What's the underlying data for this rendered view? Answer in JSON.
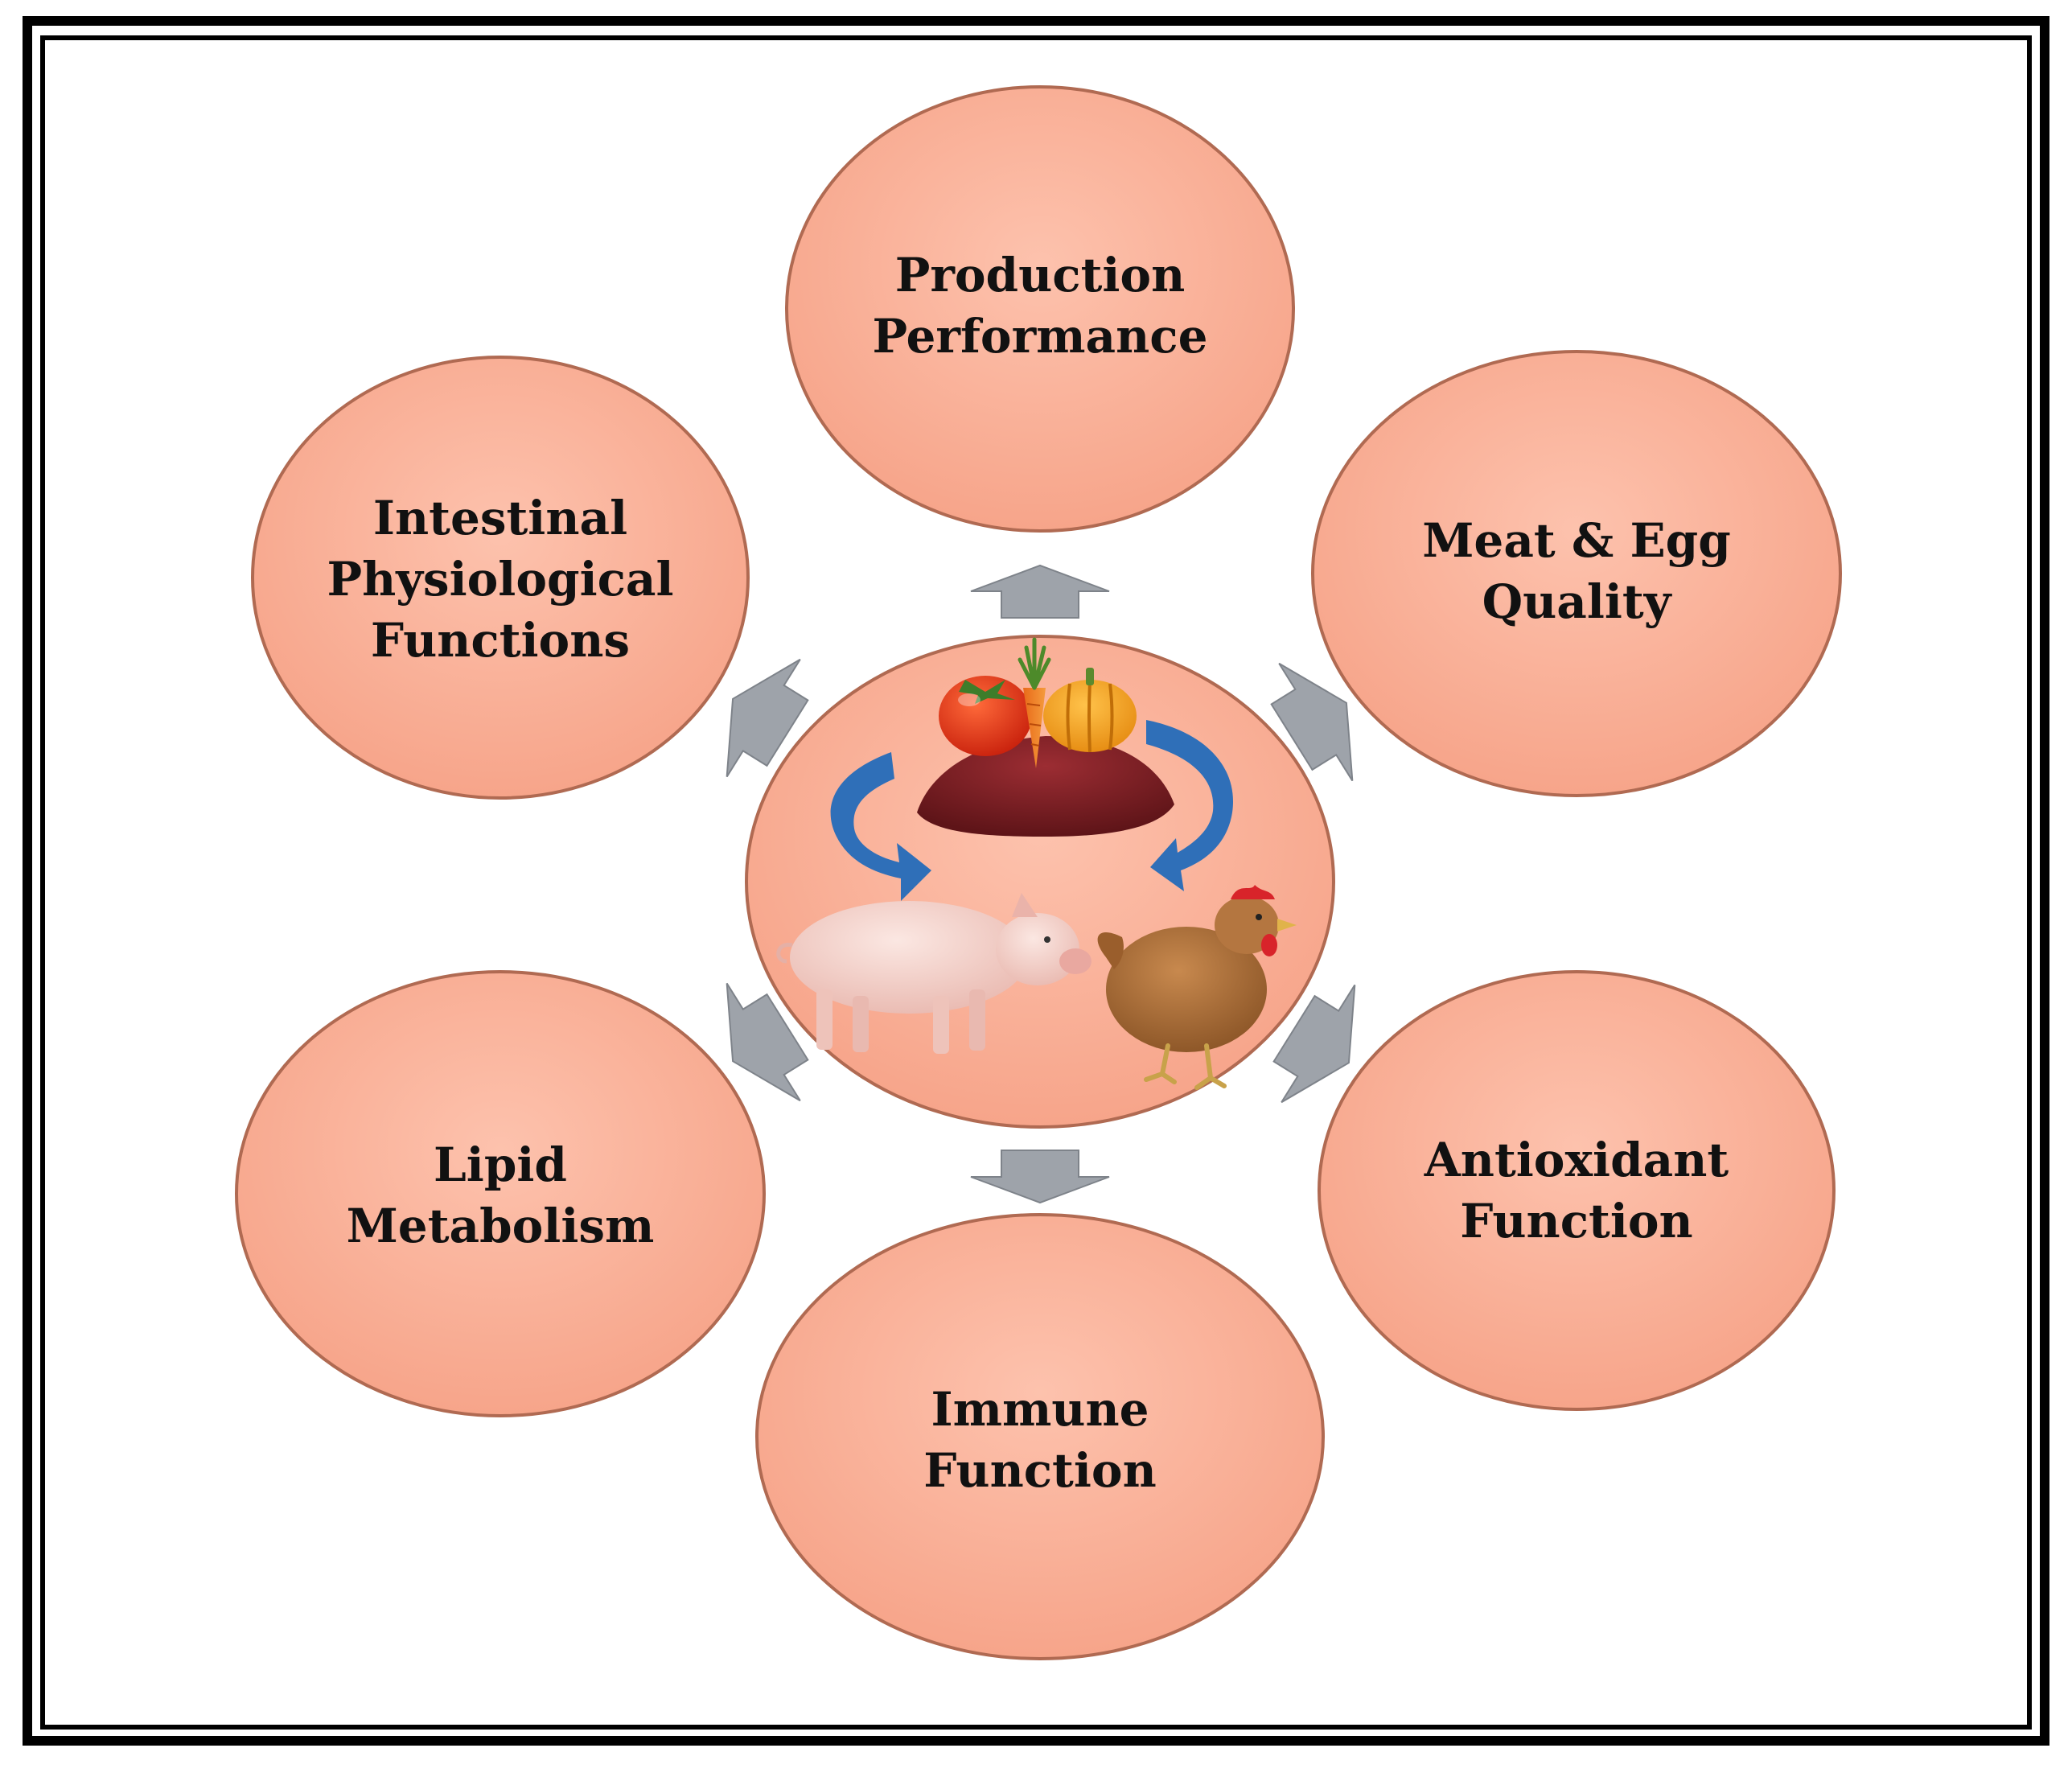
{
  "nodes": {
    "production": [
      "Production",
      "Performance"
    ],
    "meat_egg": [
      "Meat & Egg",
      "Quality"
    ],
    "antioxidant": [
      "Antioxidant",
      "Function"
    ],
    "immune": [
      "Immune",
      "Function"
    ],
    "lipid": [
      "Lipid",
      "Metabolism"
    ],
    "intestinal": [
      "Intestinal",
      "Physiological",
      "Functions"
    ]
  },
  "colors": {
    "ellipse_fill": "#f9ae96",
    "ellipse_fill_light": "#fdc4b0",
    "ellipse_stroke": "#b06a52",
    "arrow_fill": "#9ea3aa",
    "cycle_arrow": "#2f6fb8",
    "frame": "#000000"
  },
  "icons": [
    "tomato-icon",
    "carrot-icon",
    "pumpkin-icon",
    "pigment-powder-icon",
    "pig-icon",
    "chicken-icon",
    "cycle-arrow-icon"
  ]
}
